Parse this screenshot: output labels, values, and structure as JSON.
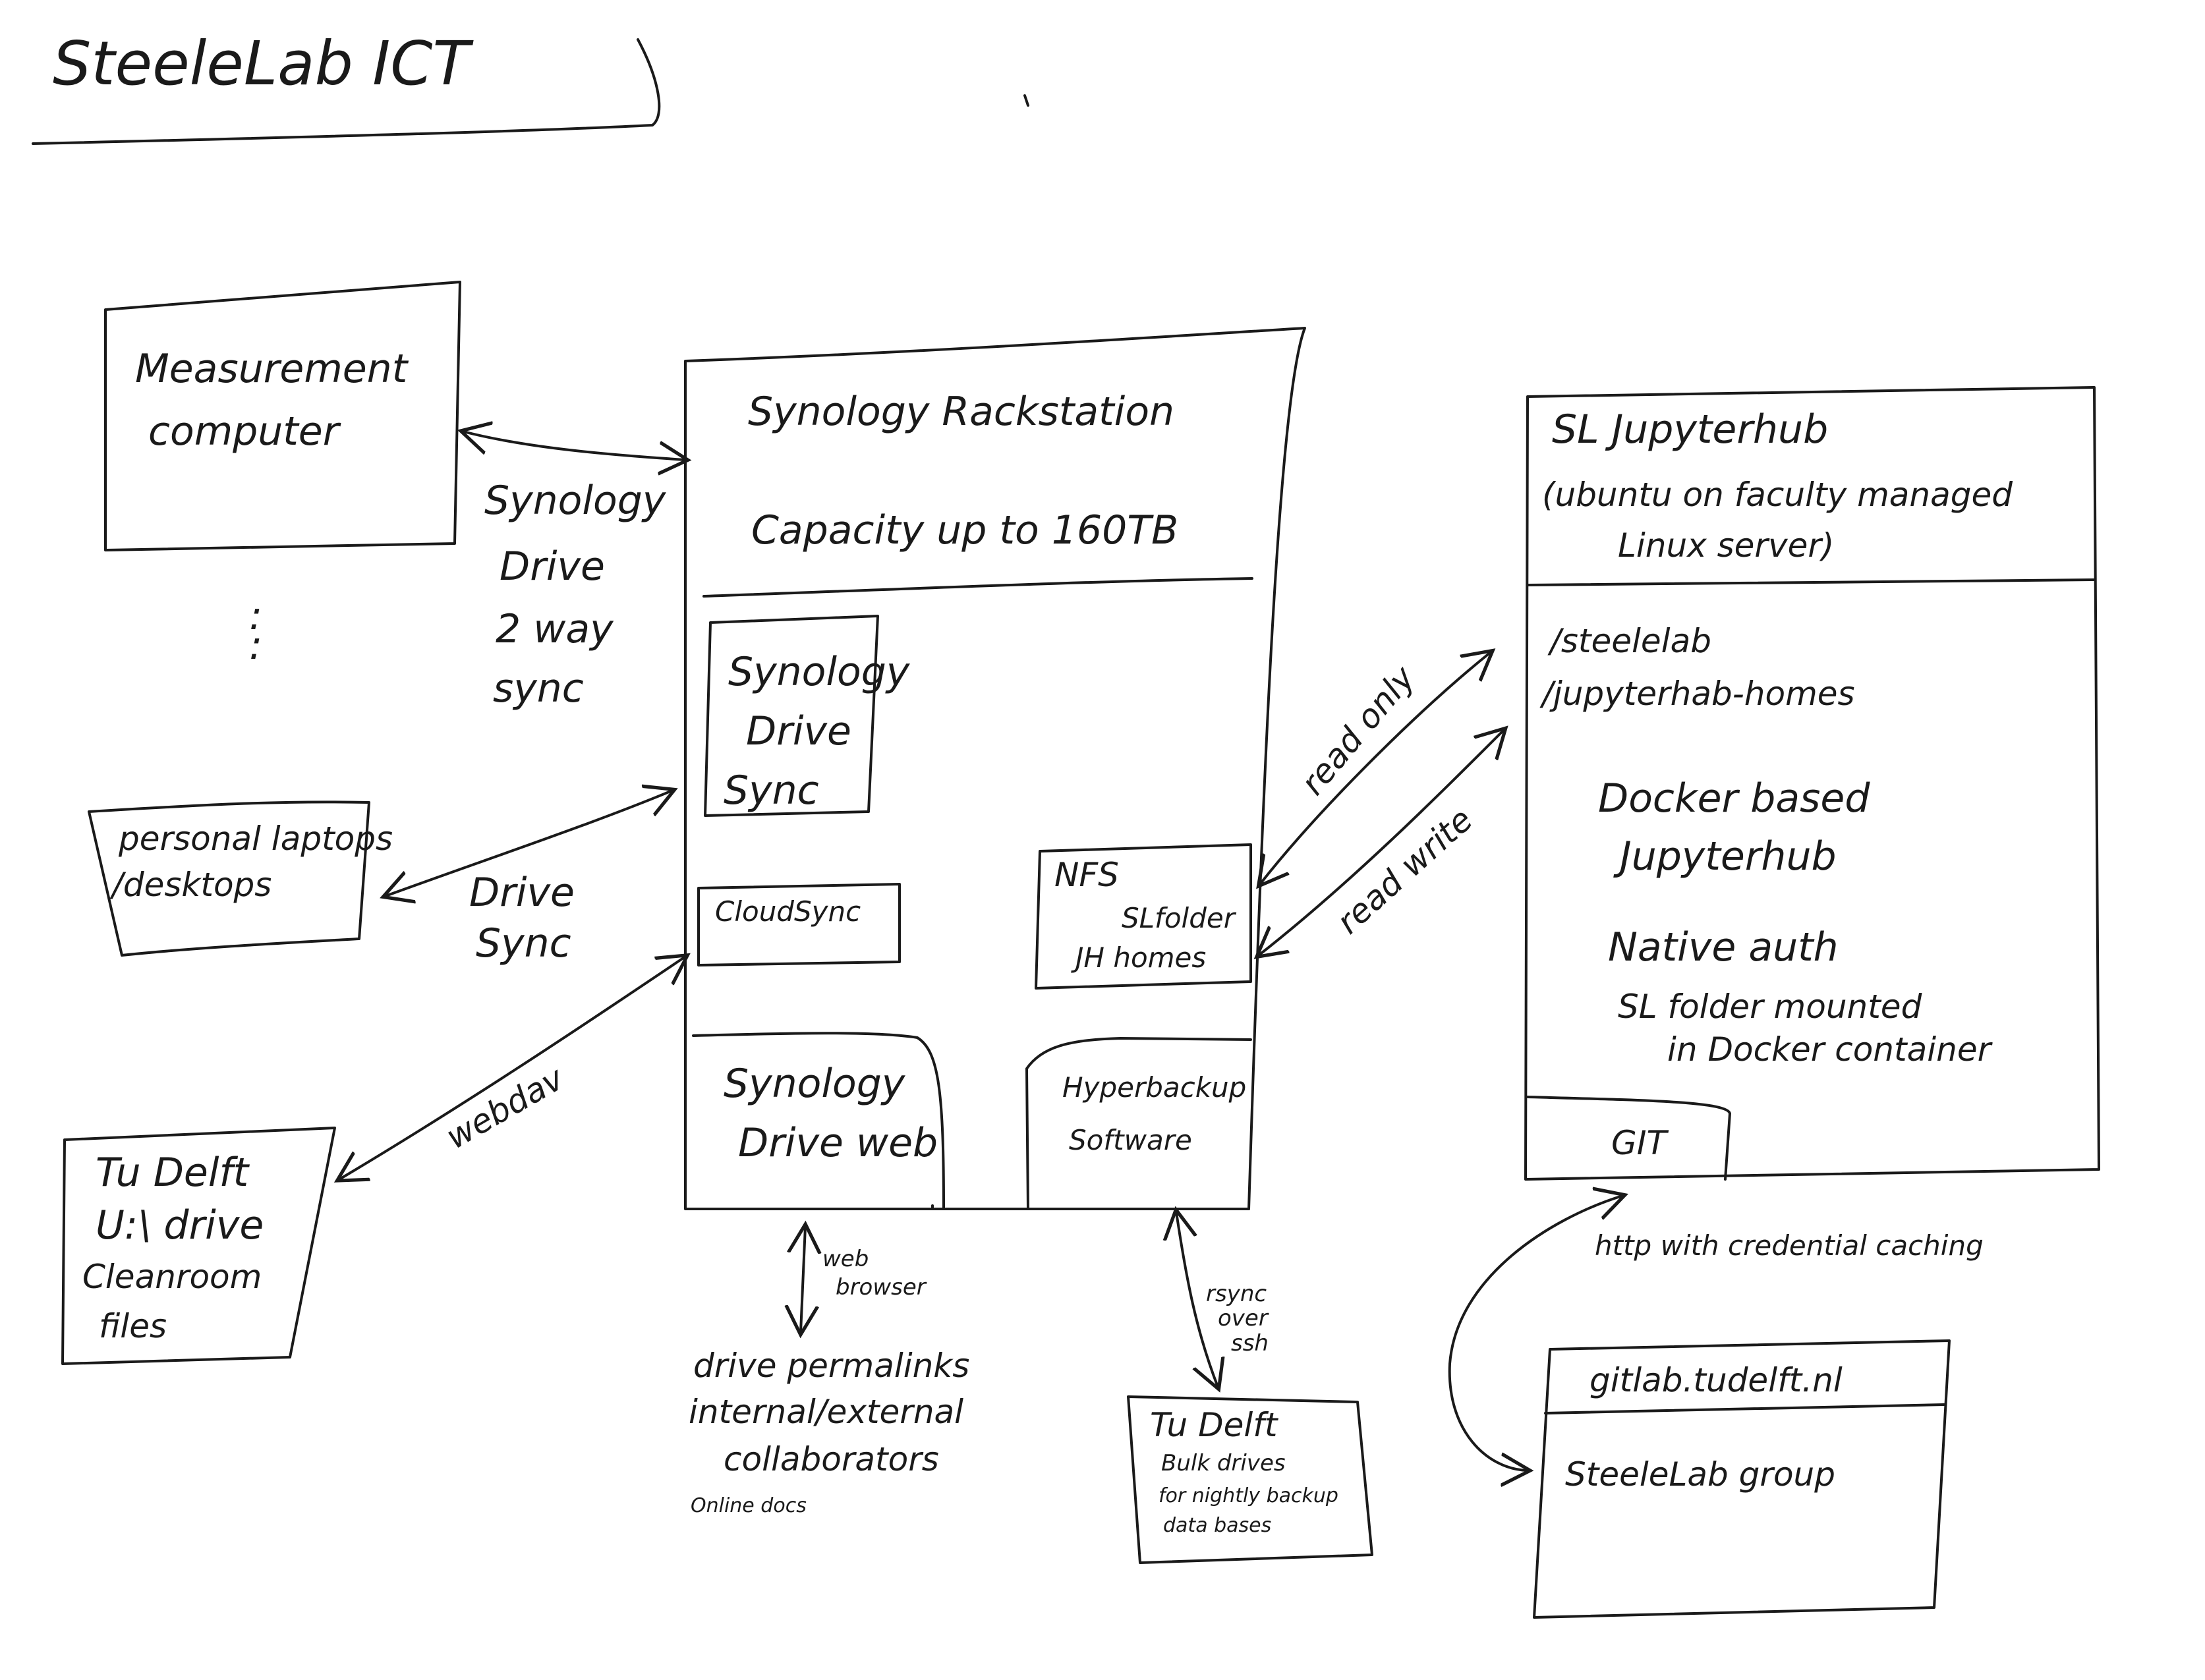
{
  "title": "SteeleLab ICT",
  "measurement_computer": {
    "line1": "Measurement",
    "line2": "computer"
  },
  "ellipsis": ":",
  "drive_sync_label": {
    "line1": "Synology",
    "line2": "Drive",
    "line3": "2 way",
    "line4": "sync"
  },
  "personal_laptops": {
    "line1": "personal laptops",
    "line2": "/desktops"
  },
  "drive_sync_short": {
    "line1": "Drive",
    "line2": "Sync"
  },
  "webdav_label": "webdav",
  "tu_delft_u_drive": {
    "line1": "Tu Delft",
    "line2": "U:\\ drive",
    "line3": "Cleanroom",
    "line4": "files"
  },
  "rackstation": {
    "title": "Synology Rackstation",
    "capacity": "Capacity up to 160TB",
    "drive_sync": {
      "line1": "Synology",
      "line2": "Drive",
      "line3": "Sync"
    },
    "cloud_sync": "CloudSync",
    "nfs": {
      "line1": "NFS",
      "line2": "SLfolder",
      "line3": "JH homes"
    },
    "drive_web": {
      "line1": "Synology",
      "line2": "Drive web"
    },
    "hyper_backup": {
      "line1": "Hyperbackup",
      "line2": "Software"
    }
  },
  "web_browser_label": {
    "line1": "web",
    "line2": "browser"
  },
  "permalinks": {
    "line1": "drive permalinks",
    "line2": "internal/external",
    "line3": "collaborators",
    "line4": "Online docs"
  },
  "rsync_label": {
    "line1": "rsync",
    "line2": "over",
    "line3": "ssh"
  },
  "bulk_drives": {
    "line1": "Tu Delft",
    "line2": "Bulk drives",
    "line3": "for nightly backup",
    "line4": "data bases"
  },
  "read_only_label": "read only",
  "read_write_label": "read write",
  "jupyterhub": {
    "title": "SL Jupyterhub",
    "subtitle1": "(ubuntu on faculty managed",
    "subtitle2": "Linux server)",
    "path1": "/steelelab",
    "path2": "/jupyterhab-homes",
    "docker1": "Docker based",
    "docker2": "Jupyterhub",
    "auth": "Native auth",
    "mount1": "SL folder mounted",
    "mount2": "in Docker container",
    "git": "GIT"
  },
  "http_label": "http with credential caching",
  "gitlab": {
    "title": "gitlab.tudelft.nl",
    "group": "SteeleLab group"
  }
}
